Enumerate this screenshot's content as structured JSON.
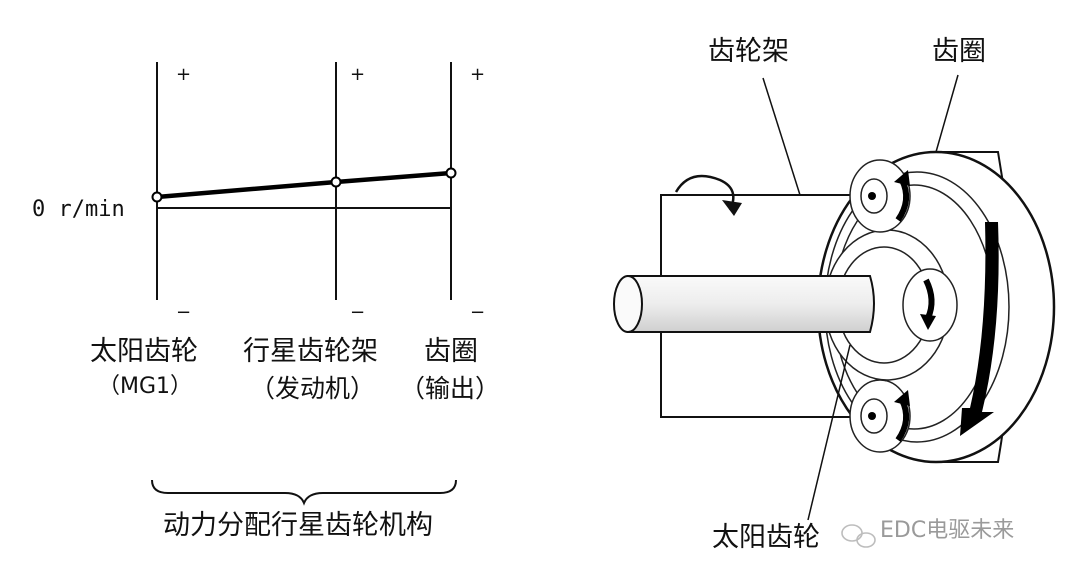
{
  "nomogram": {
    "zero_label": "0 r/min",
    "axes": [
      {
        "name_line1": "太阳齿轮",
        "name_line2": "（MG1）",
        "plus": "+",
        "minus": "−"
      },
      {
        "name_line1": "行星齿轮架",
        "name_line2": "（发动机）",
        "plus": "+",
        "minus": "−"
      },
      {
        "name_line1": "齿圈",
        "name_line2": "（输出）",
        "plus": "+",
        "minus": "−"
      }
    ],
    "caption": "动力分配行星齿轮机构"
  },
  "gear_figure": {
    "label_carrier": "齿轮架",
    "label_ring": "齿圈",
    "label_sun": "太阳齿轮"
  },
  "watermark": {
    "text": "EDC电驱未来"
  }
}
